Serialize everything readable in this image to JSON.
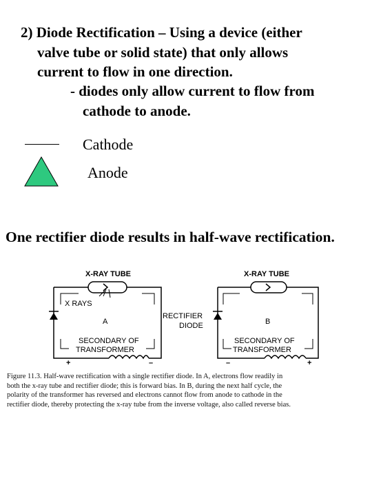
{
  "heading": {
    "lines": [
      "2) Diode Rectification – Using a device (either",
      "valve tube or solid state) that only allows",
      "current to flow in one direction.",
      "- diodes only allow current to flow from",
      "cathode to anode."
    ]
  },
  "legend": {
    "cathode_label": "Cathode",
    "anode_label": "Anode",
    "anode_color": "#2ec97f"
  },
  "summary": "One rectifier diode results in half-wave rectification.",
  "figure": {
    "tube_label_a": "X-RAY TUBE",
    "tube_label_b": "X-RAY TUBE",
    "xrays_label": "X RAYS",
    "circuit_a_label": "A",
    "circuit_b_label": "B",
    "rectifier_label_line1": "RECTIFIER",
    "rectifier_label_line2": "DIODE",
    "secondary_a_line1": "SECONDARY OF",
    "secondary_a_line2": "TRANSFORMER",
    "secondary_b_line1": "SECONDARY OF",
    "secondary_b_line2": "TRANSFORMER",
    "polarity_a_left": "+",
    "polarity_a_right": "–",
    "polarity_b_left": "–",
    "polarity_b_right": "+"
  },
  "caption": {
    "lines": [
      "Figure 11.3.   Half-wave rectification with a single rectifier diode.  In A, electrons flow readily in",
      "both the x-ray tube and rectifier diode; this is forward bias. In B, during the next half cycle, the",
      "polarity of the transformer has reversed and electrons cannot flow from anode to cathode in the",
      "rectifier diode, thereby protecting the x-ray tube from the inverse voltage, also called reverse bias."
    ]
  }
}
